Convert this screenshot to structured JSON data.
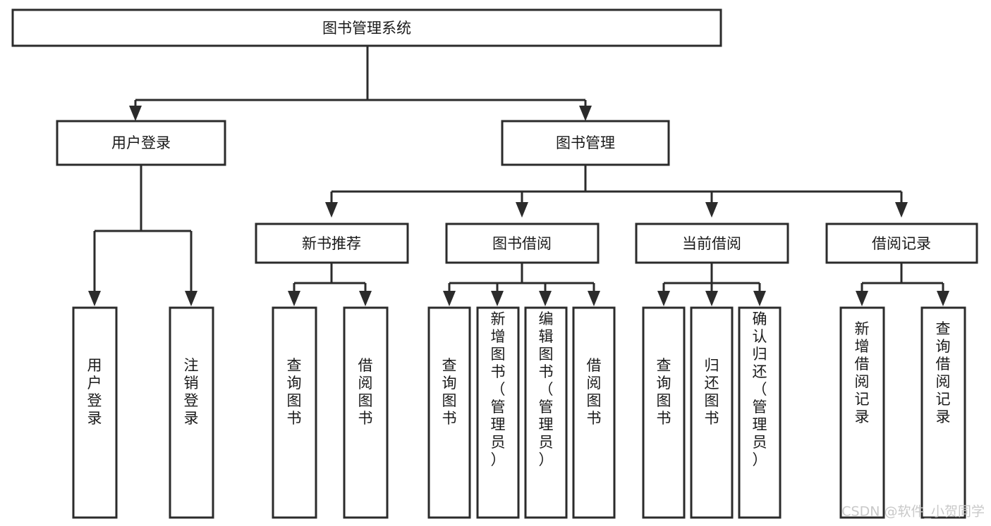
{
  "diagram": {
    "kind": "functional-structure-tree",
    "title": "图书管理系统",
    "orientation": "top-down",
    "colors": {
      "background": "#ffffff",
      "box_fill": "#ffffff",
      "stroke": "#2b2b2b",
      "label": "#1a1a1a",
      "watermark": "#c9c9c9"
    },
    "nodes": {
      "root": {
        "label": "图书管理系统"
      },
      "level2": [
        {
          "id": "user-login",
          "label": "用户登录"
        },
        {
          "id": "book-manage",
          "label": "图书管理"
        }
      ],
      "level3": [
        {
          "id": "new-book-recommend",
          "label": "新书推荐"
        },
        {
          "id": "book-borrow",
          "label": "图书借阅"
        },
        {
          "id": "current-borrow",
          "label": "当前借阅"
        },
        {
          "id": "borrow-record",
          "label": "借阅记录"
        }
      ],
      "leaves": {
        "user-login": [
          {
            "id": "leaf-user-login",
            "label": "用户登录"
          },
          {
            "id": "leaf-user-logout",
            "label": "注销登录"
          }
        ],
        "new-book-recommend": [
          {
            "id": "leaf-query-book-1",
            "label": "查询图书"
          },
          {
            "id": "leaf-borrow-book-1",
            "label": "借阅图书"
          }
        ],
        "book-borrow": [
          {
            "id": "leaf-query-book-2",
            "label": "查询图书"
          },
          {
            "id": "leaf-add-book",
            "label": "新增图书（管理员）"
          },
          {
            "id": "leaf-edit-book",
            "label": "编辑图书（管理员）"
          },
          {
            "id": "leaf-borrow-book-2",
            "label": "借阅图书"
          }
        ],
        "current-borrow": [
          {
            "id": "leaf-query-book-3",
            "label": "查询图书"
          },
          {
            "id": "leaf-return-book",
            "label": "归还图书"
          },
          {
            "id": "leaf-confirm-return",
            "label": "确认归还（管理员）"
          }
        ],
        "borrow-record": [
          {
            "id": "leaf-add-record",
            "label": "新增借阅记录"
          },
          {
            "id": "leaf-query-record",
            "label": "查询借阅记录"
          }
        ]
      }
    },
    "watermark": "CSDN @软件_小贺同学"
  }
}
